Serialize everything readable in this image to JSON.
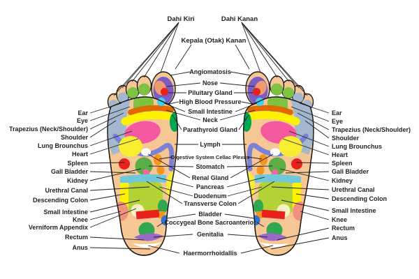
{
  "diagram": {
    "type": "foot-reflexology-chart",
    "background_color": "#ffffff",
    "line_color": "#231f20",
    "top_labels": {
      "dahi_kiri": "Dahi Kiri",
      "dahi_kanan": "Dahi Kanan",
      "kepala_otak_kanan": "Kepala (Otak) Kanan"
    },
    "left_column": [
      "Ear",
      "Eye",
      "Trapezius (Neck/Shoulder)",
      "Shoulder",
      "Lung Brounchus",
      "Heart",
      "Spleen",
      "Gall Bladder",
      "Kidney",
      "Urethral Canal",
      "Descending Colon",
      "Small Intestine",
      "Knee",
      "Verniform Appendix",
      "Rectum",
      "Anus"
    ],
    "right_column": [
      "Ear",
      "Eye",
      "Trapezius (Neck/Shoulder)",
      "Shoulder",
      "Lung Brounchus",
      "Heart",
      "Spleen",
      "Gall Bladder",
      "Kidney",
      "Urethral Canal",
      "Descending Colon",
      "Small Intestine",
      "Knee",
      "Rectum",
      "Anus"
    ],
    "center_column": [
      "Angiomatosis",
      "Nose",
      "Piluitary Gland",
      "High Blood Pressure",
      "Small Intestine",
      "Neck",
      "Parathyroid Gland",
      "Lymph",
      "Digestive System Cellac Plexus",
      "Stomatch",
      "Renal Gland",
      "Pancreas",
      "Duodenum",
      "Transverse Colon",
      "Bladder",
      "Coccygeal Bone Sacroanterior",
      "Genitalia",
      "Haermorrhoidallis"
    ],
    "colors": {
      "skin": "#f6c795",
      "outline": "#1a1a1a",
      "toe_green": "#7fc241",
      "shoulder_gray_blue": "#a3b8ce",
      "big_toe_purple": "#7a5cc5",
      "nose_orange": "#ef9b6f",
      "red": "#e8211d",
      "cyan_dot": "#3fd1f0",
      "neck_band_orange": "#e06a00",
      "yellow": "#fff200",
      "lung_pink": "#f4589e",
      "diaphragm_periwinkle": "#7b82d6",
      "medial_dark_green": "#00a651",
      "pale_yellow": "#f9ed32",
      "white": "#ffffff",
      "kidney_green": "#5bae47",
      "orange": "#f7941d",
      "ureter_pink": "#f0699e",
      "transverse_colon_cyan": "#6fc7dc",
      "small_intestine_lime": "#b3d235",
      "knee_salmon": "#f2907e",
      "appendix_cream": "#f5f1c5",
      "bladder_blue": "#2d74d9",
      "heel_green": "#2fa84f",
      "genitalia_purple": "#9a67c9"
    }
  }
}
